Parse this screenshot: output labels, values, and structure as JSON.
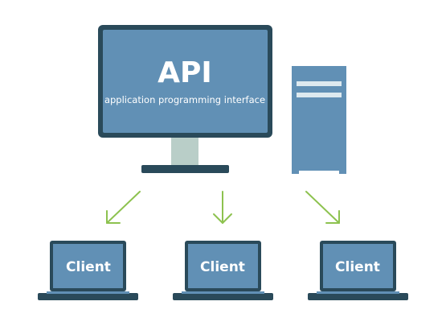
{
  "monitor": {
    "title": "API",
    "subtitle": "application programming interface"
  },
  "clients": [
    {
      "label": "Client"
    },
    {
      "label": "Client"
    },
    {
      "label": "Client"
    }
  ],
  "colors": {
    "screen_fill": "#6190b5",
    "frame_dark": "#2a4a5a",
    "stand": "#b9cec8",
    "tower_fill": "#6190b5",
    "tower_slot": "#dde9ef",
    "arrow": "#8dc24f",
    "background": "#ffffff"
  },
  "icons": {
    "monitor": "desktop-monitor-icon",
    "tower": "server-tower-icon",
    "laptop": "laptop-icon",
    "arrow": "arrow-down-icon"
  }
}
